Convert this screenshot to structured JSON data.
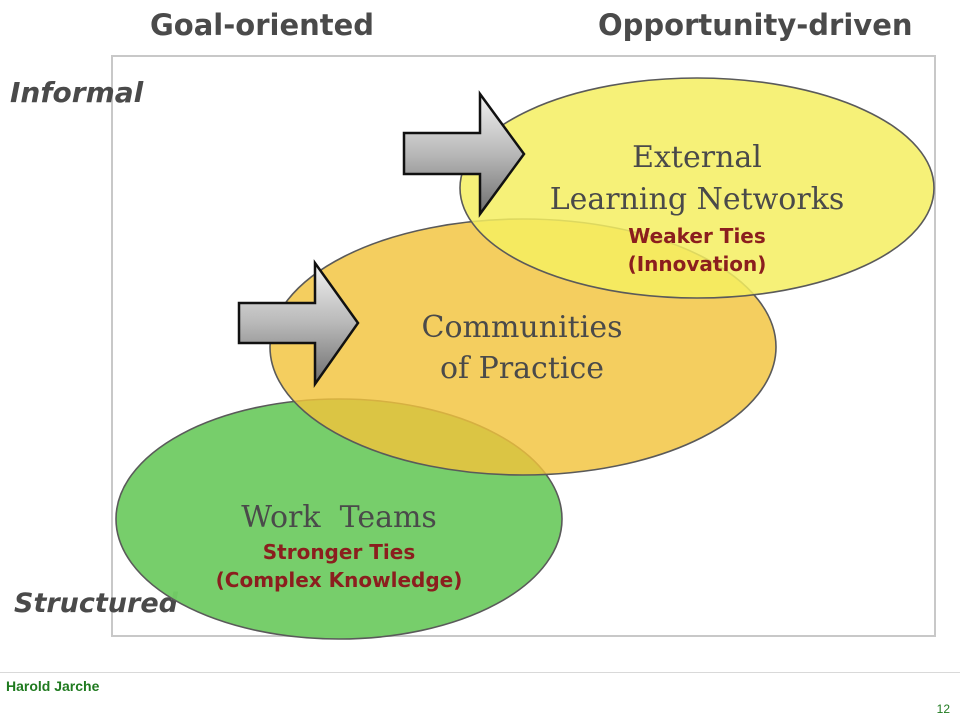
{
  "axes": {
    "top_left": "Goal-oriented",
    "top_right": "Opportunity-driven",
    "left_top": "Informal",
    "left_bottom": "Structured"
  },
  "circles": {
    "external": {
      "line1": "External",
      "line2": "Learning Networks",
      "tie": "Weaker Ties",
      "detail": "(Innovation)",
      "color": "#f4ee60"
    },
    "communities": {
      "line1": "Communities",
      "line2": "of Practice",
      "color": "#f2c33c"
    },
    "work": {
      "line1": "Work  Teams",
      "tie": "Stronger Ties",
      "detail": "(Complex Knowledge)",
      "color": "#73cc66"
    }
  },
  "colors": {
    "label_text": "#4a4a4a",
    "tie_text": "#8b1e1e",
    "footer_text": "#1f7a1f"
  },
  "footer": {
    "author": "Harold Jarche",
    "page": "12"
  }
}
